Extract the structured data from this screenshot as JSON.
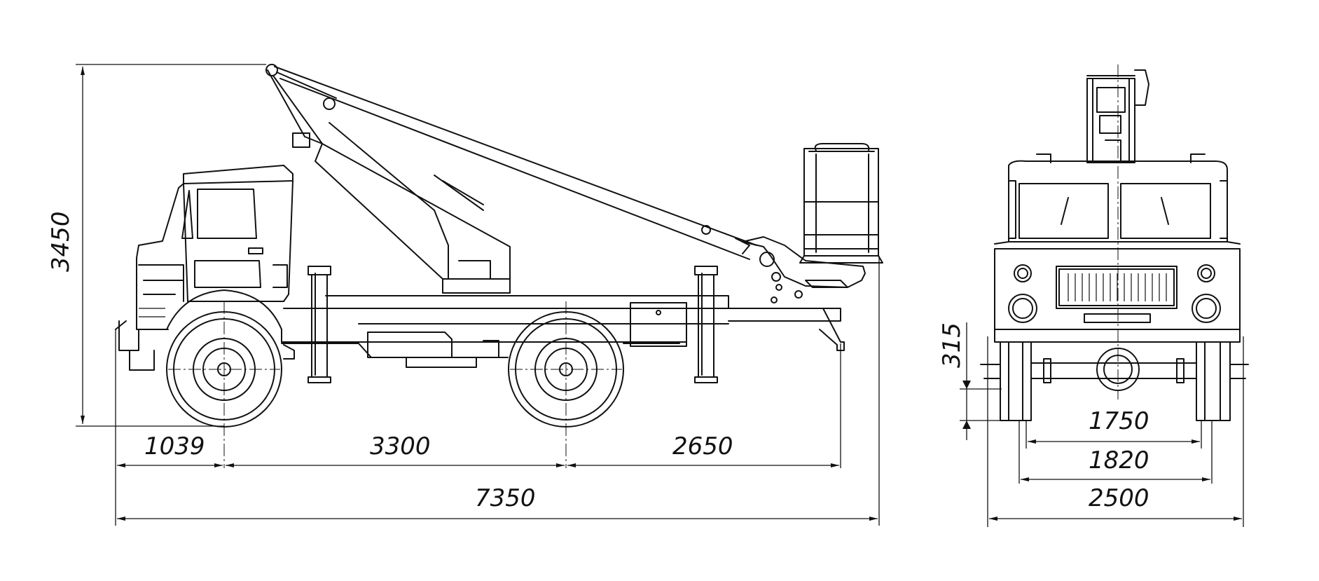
{
  "dimensions": {
    "height_total": "3450",
    "front_overhang": "1039",
    "wheelbase": "3300",
    "rear_overhang": "2650",
    "overall_length": "7350",
    "ground_clearance": "315",
    "track_rear": "1750",
    "track_front": "1820",
    "overall_width": "2500"
  }
}
